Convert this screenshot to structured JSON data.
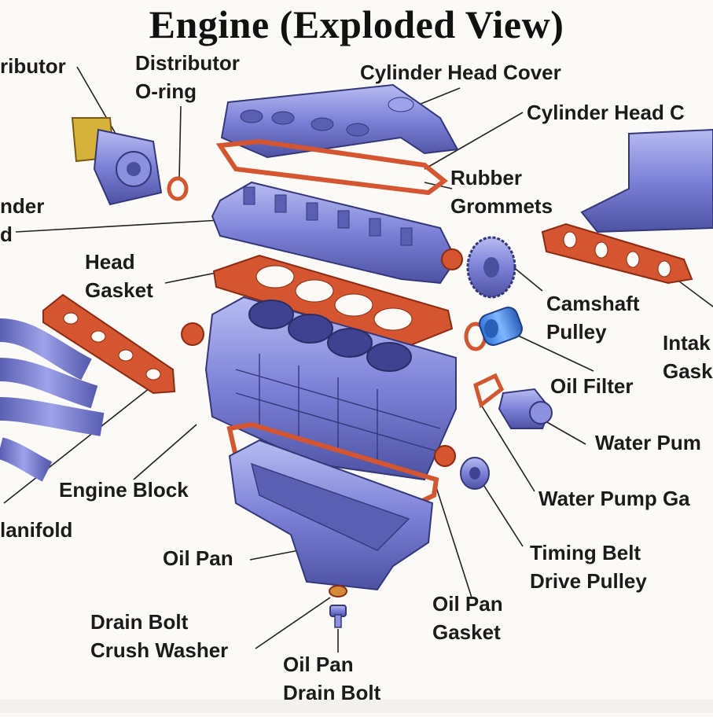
{
  "title": "Engine (Exploded View)",
  "labels": {
    "distributor": "ributor",
    "distributor_oring_1": "Distributor",
    "distributor_oring_2": "O-ring",
    "cylinder_head_cover": "Cylinder Head Cover",
    "cylinder_head_cover_gasket": "Cylinder Head C",
    "rubber_grommets_1": "Rubber",
    "rubber_grommets_2": "Grommets",
    "cylinder_head_1": "nder",
    "cylinder_head_2": "d",
    "head_gasket_1": "Head",
    "head_gasket_2": "Gasket",
    "camshaft_pulley_1": "Camshaft",
    "camshaft_pulley_2": "Pulley",
    "intake_gasket_1": "Intak",
    "intake_gasket_2": "Gask",
    "oil_filter": "Oil Filter",
    "water_pump": "Water Pum",
    "water_pump_gasket": "Water Pump Ga",
    "engine_block": "Engine Block",
    "exhaust_manifold": "lanifold",
    "oil_pan": "Oil Pan",
    "timing_belt_1": "Timing Belt",
    "timing_belt_2": "Drive Pulley",
    "oil_pan_gasket_1": "Oil Pan",
    "oil_pan_gasket_2": "Gasket",
    "drain_bolt_washer_1": "Drain Bolt",
    "drain_bolt_washer_2": "Crush Washer",
    "drain_bolt_1": "Oil Pan",
    "drain_bolt_2": "Drain Bolt"
  },
  "colors": {
    "metal": "#7a7fd6",
    "metal_dark": "#4a4f9e",
    "metal_light": "#b9bdf2",
    "gasket": "#d4552f",
    "gasket_dark": "#8c2a12",
    "distributor_cap": "#d6b23a",
    "text": "#1b1b1b"
  }
}
